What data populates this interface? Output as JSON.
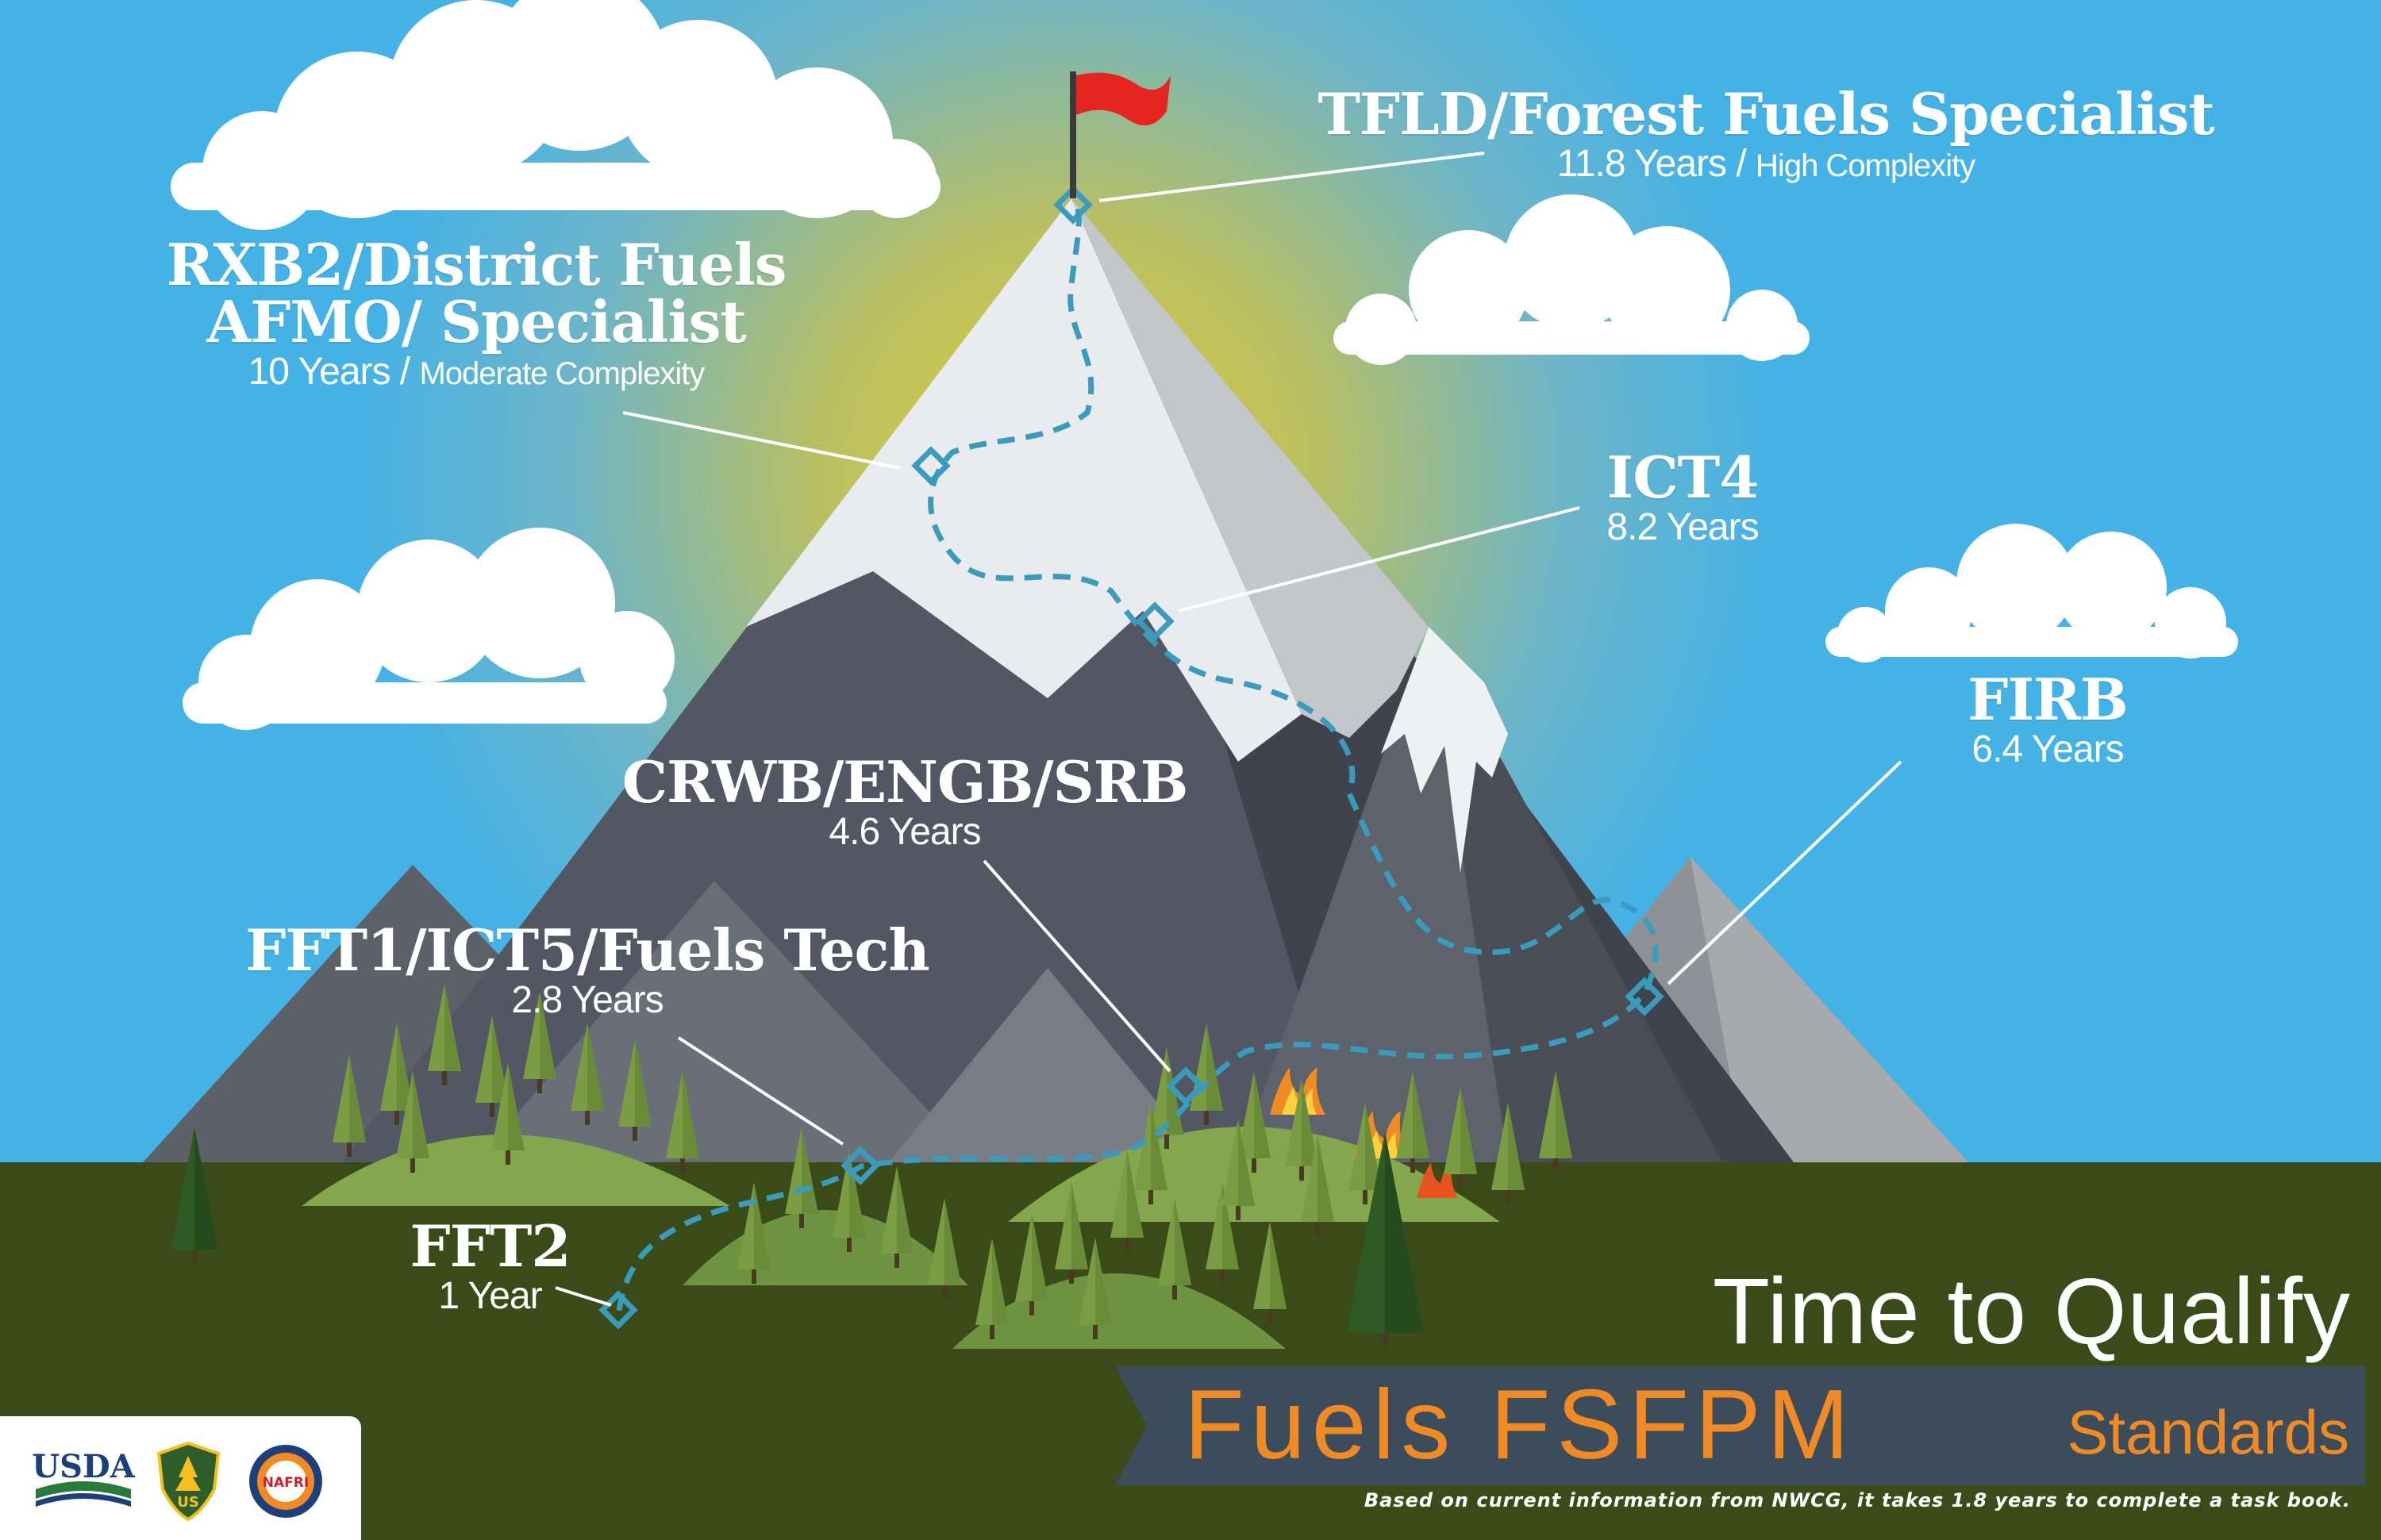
{
  "stages": [
    {
      "id": "fft2",
      "title": "FFT2",
      "years": "1 Year",
      "complexity": ""
    },
    {
      "id": "fft1",
      "title": "FFT1/ICT5/Fuels Tech",
      "years": "2.8 Years",
      "complexity": ""
    },
    {
      "id": "crwb",
      "title": "CRWB/ENGB/SRB",
      "years": "4.6 Years",
      "complexity": ""
    },
    {
      "id": "firb",
      "title": "FIRB",
      "years": "6.4 Years",
      "complexity": ""
    },
    {
      "id": "ict4",
      "title": "ICT4",
      "years": "8.2 Years",
      "complexity": ""
    },
    {
      "id": "rxb2",
      "title_line1": "RXB2/District Fuels",
      "title_line2": "AFMO/ Specialist",
      "years": "10 Years /",
      "complexity": "Moderate Complexity"
    },
    {
      "id": "tfld",
      "title": "TFLD/Forest Fuels Specialist",
      "years": "11.8 Years /",
      "complexity": "High Complexity"
    }
  ],
  "headline": {
    "line1": "Time to Qualify",
    "line2_main": "Fuels FSFPM",
    "line2_suffix": "Standards"
  },
  "footnote": "Based on current information from NWCG, it takes 1.8 years to complete a task book.",
  "logos": [
    {
      "name": "usda-logo",
      "text": "USDA"
    },
    {
      "name": "forest-service-shield-logo",
      "text": "US"
    },
    {
      "name": "nafri-logo",
      "text": "NAFRI"
    }
  ],
  "colors": {
    "sky": "#45b2e6",
    "sun_glow": "#d4c44a",
    "ground": "#3a4b19",
    "path": "#3a9bbd",
    "flag": "#e52520",
    "accent_orange": "#f08a24",
    "banner": "#3c4c5a"
  }
}
